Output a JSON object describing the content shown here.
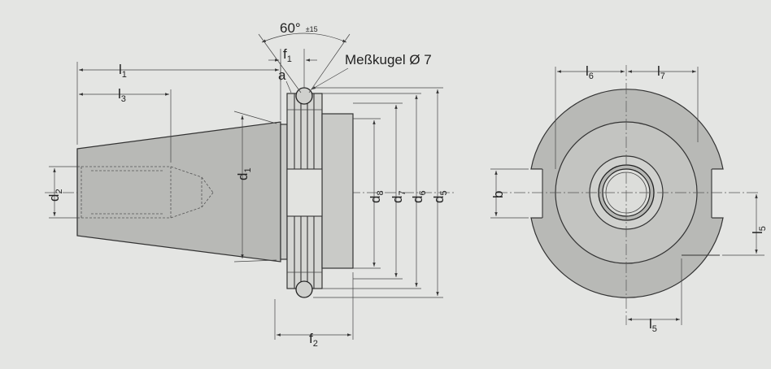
{
  "labels": {
    "l1": "l",
    "l1_sub": "1",
    "l3": "l",
    "l3_sub": "3",
    "d2": "d",
    "d2_sub": "2",
    "d1": "d",
    "d1_sub": "1",
    "a": "a",
    "angle": "60°",
    "angle_tol": "±15",
    "f1": "f",
    "f1_sub": "1",
    "f2": "f",
    "f2_sub": "2",
    "ball": "Meßkugel Ø 7",
    "d8": "d",
    "d8_sub": "8",
    "d7": "d",
    "d7_sub": "7",
    "d6": "d",
    "d6_sub": "6",
    "d5": "d",
    "d5_sub": "5",
    "l6": "l",
    "l6_sub": "6",
    "l7": "l",
    "l7_sub": "7",
    "b": "b",
    "l5a": "l",
    "l5a_sub": "5",
    "l5b": "l",
    "l5b_sub": "5"
  }
}
